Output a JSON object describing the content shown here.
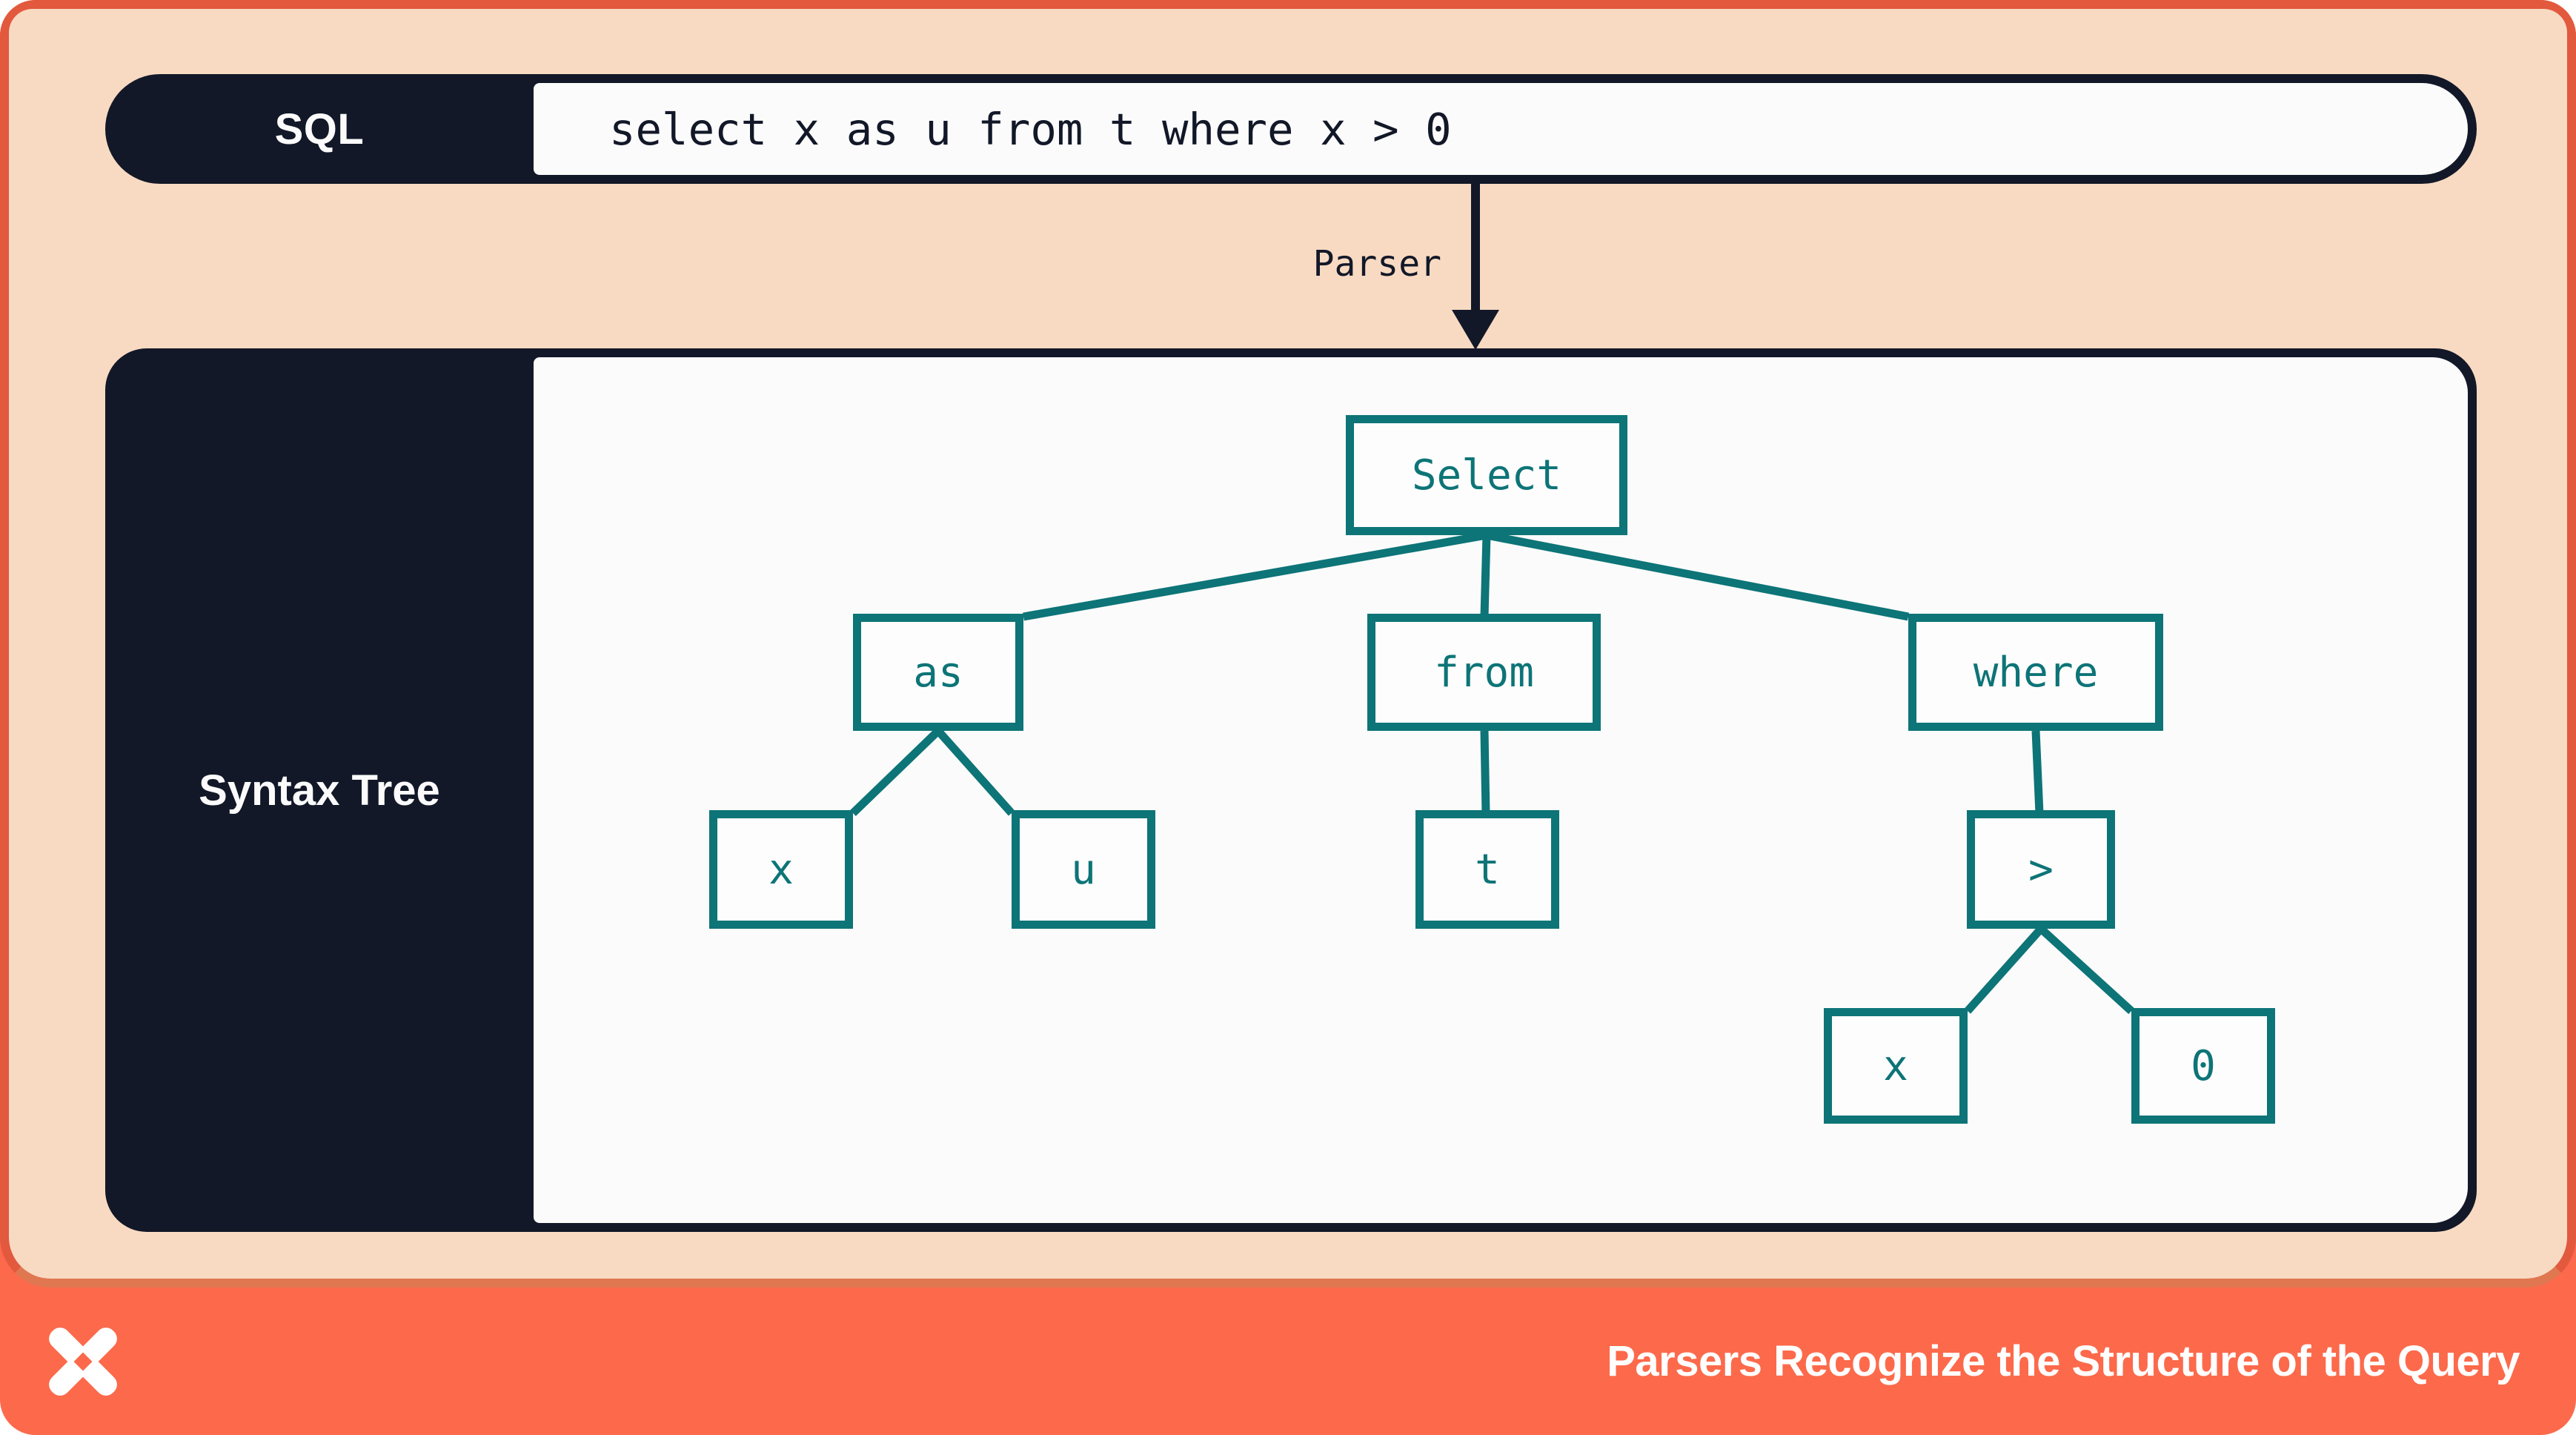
{
  "slide": {
    "sql_bar": {
      "label": "SQL",
      "query": "select x as u from t where x > 0"
    },
    "parser": {
      "label": "Parser"
    },
    "tree_panel": {
      "label": "Syntax Tree",
      "nodes": [
        {
          "id": "select",
          "label": "Select"
        },
        {
          "id": "as",
          "label": "as"
        },
        {
          "id": "from",
          "label": "from"
        },
        {
          "id": "where",
          "label": "where"
        },
        {
          "id": "x-alias",
          "label": "x"
        },
        {
          "id": "u",
          "label": "u"
        },
        {
          "id": "t",
          "label": "t"
        },
        {
          "id": "gt",
          "label": ">"
        },
        {
          "id": "x-cond",
          "label": "x"
        },
        {
          "id": "zero",
          "label": "0"
        }
      ],
      "edges": [
        [
          "select",
          "as"
        ],
        [
          "select",
          "from"
        ],
        [
          "select",
          "where"
        ],
        [
          "as",
          "x-alias"
        ],
        [
          "as",
          "u"
        ],
        [
          "from",
          "t"
        ],
        [
          "where",
          "gt"
        ],
        [
          "gt",
          "x-cond"
        ],
        [
          "gt",
          "zero"
        ]
      ]
    },
    "footer": {
      "title": "Parsers Recognize the Structure of the Query",
      "logo": "x-star-logo"
    },
    "colors": {
      "navy": "#121828",
      "teal": "#0D7477",
      "peach": "#F8DAC2",
      "footer_orange": "#FC6A4B",
      "frame_orange": "#E2593E",
      "divider_orange": "#DF7751",
      "surface": "#FBFBFB"
    }
  }
}
